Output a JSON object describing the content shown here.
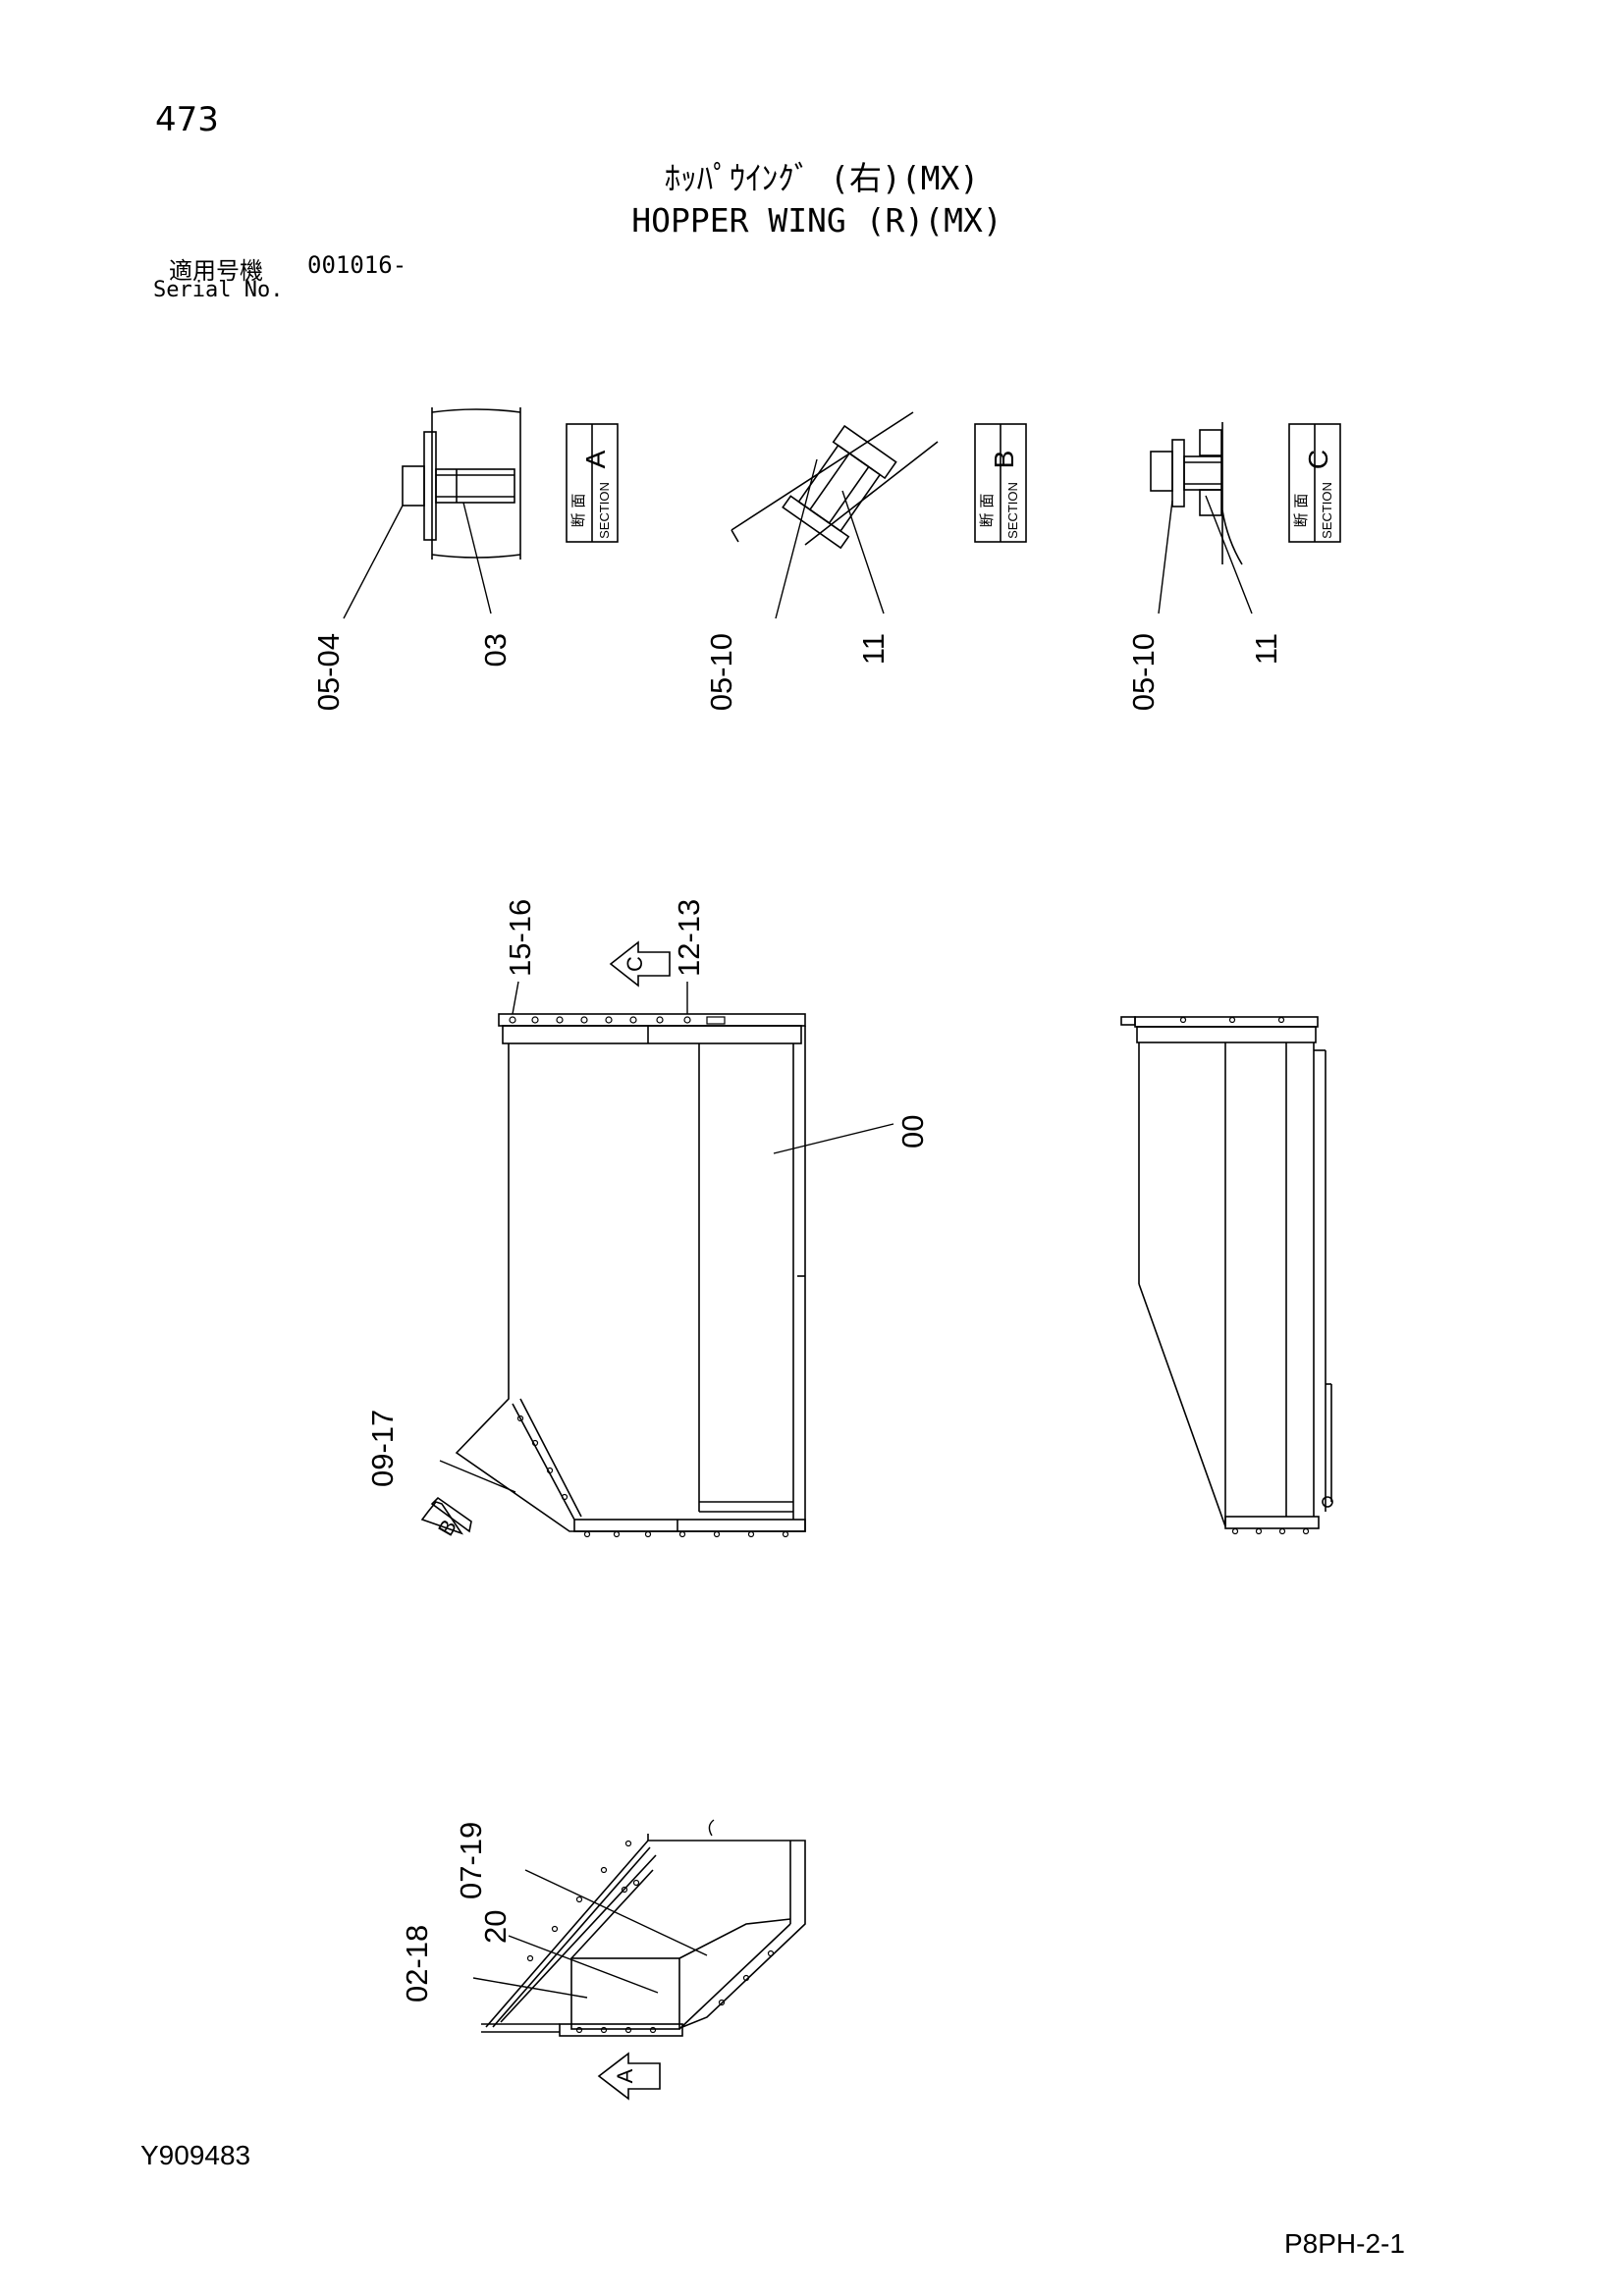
{
  "header": {
    "page_number": "473",
    "title_jp": "ﾎｯﾊﾟｳｲﾝｸﾞ (右)(MX)",
    "title_en": "HOPPER WING (R)(MX)",
    "serial_label_jp": "適用号機",
    "serial_value": "001016-",
    "serial_label_en": "Serial No."
  },
  "sections": [
    {
      "letter": "A",
      "label_jp": "断 面",
      "label_en": "SECTION",
      "callouts": [
        "05-04",
        "03"
      ]
    },
    {
      "letter": "B",
      "label_jp": "断 面",
      "label_en": "SECTION",
      "callouts": [
        "05-10",
        "11"
      ]
    },
    {
      "letter": "C",
      "label_jp": "断 面",
      "label_en": "SECTION",
      "callouts": [
        "05-10",
        "11"
      ]
    }
  ],
  "front_view": {
    "callouts": [
      "15-16",
      "12-13",
      "00",
      "09-17"
    ],
    "view_arrows": [
      "C",
      "B"
    ]
  },
  "bottom_view": {
    "callouts": [
      "07-19",
      "20",
      "02-18"
    ],
    "view_arrows": [
      "A"
    ]
  },
  "footer": {
    "doc_code": "Y909483",
    "sheet_code": "P8PH-2-1"
  }
}
